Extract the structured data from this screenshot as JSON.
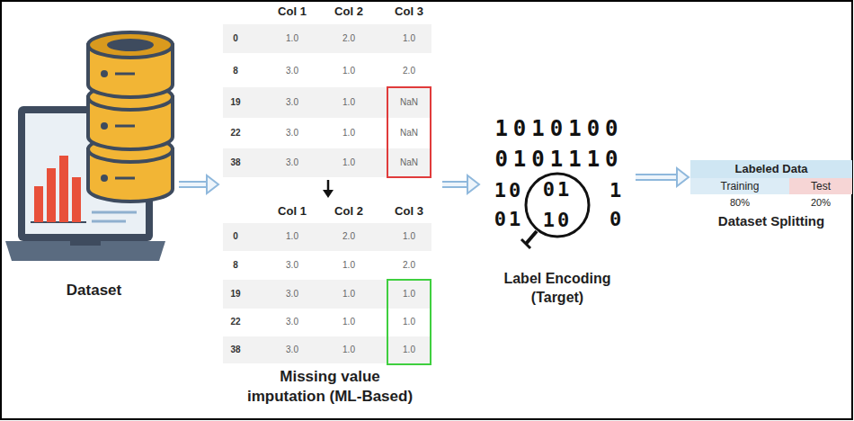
{
  "diagram": {
    "nodes": [
      {
        "text": [
          "Dataset"
        ]
      },
      {
        "text": [
          "Missing value imputation (ML-Based)"
        ]
      },
      {
        "text": [
          "Label Encoding (Target)"
        ]
      },
      {
        "text": [
          "Labeled Data",
          "Training",
          "Test",
          "80%",
          "20%",
          "Dataset Splitting"
        ]
      }
    ],
    "edges": [
      {
        "from": 0,
        "to": 1,
        "arrow": "to"
      },
      {
        "from": 1,
        "to": 2,
        "arrow": "to"
      },
      {
        "from": 2,
        "to": 3,
        "arrow": "to"
      }
    ],
    "labels": [
      "Col 1",
      "Col 2",
      "Col 3",
      "0",
      "1.0",
      "2.0",
      "1.0",
      "8",
      "3.0",
      "1.0",
      "2.0",
      "19",
      "3.0",
      "1.0",
      "NaN",
      "22",
      "3.0",
      "1.0",
      "NaN",
      "38",
      "3.0",
      "1.0",
      "NaN",
      "Col 1",
      "Col 2",
      "Col 3",
      "0",
      "1.0",
      "2.0",
      "1.0",
      "8",
      "3.0",
      "1.0",
      "2.0",
      "19",
      "3.0",
      "1.0",
      "1.0",
      "22",
      "3.0",
      "1.0",
      "1.0",
      "38",
      "3.0",
      "1.0",
      "1.0",
      "1010100",
      "0101110",
      "10",
      "01",
      "1",
      "01",
      "10",
      "0"
    ]
  }
}
